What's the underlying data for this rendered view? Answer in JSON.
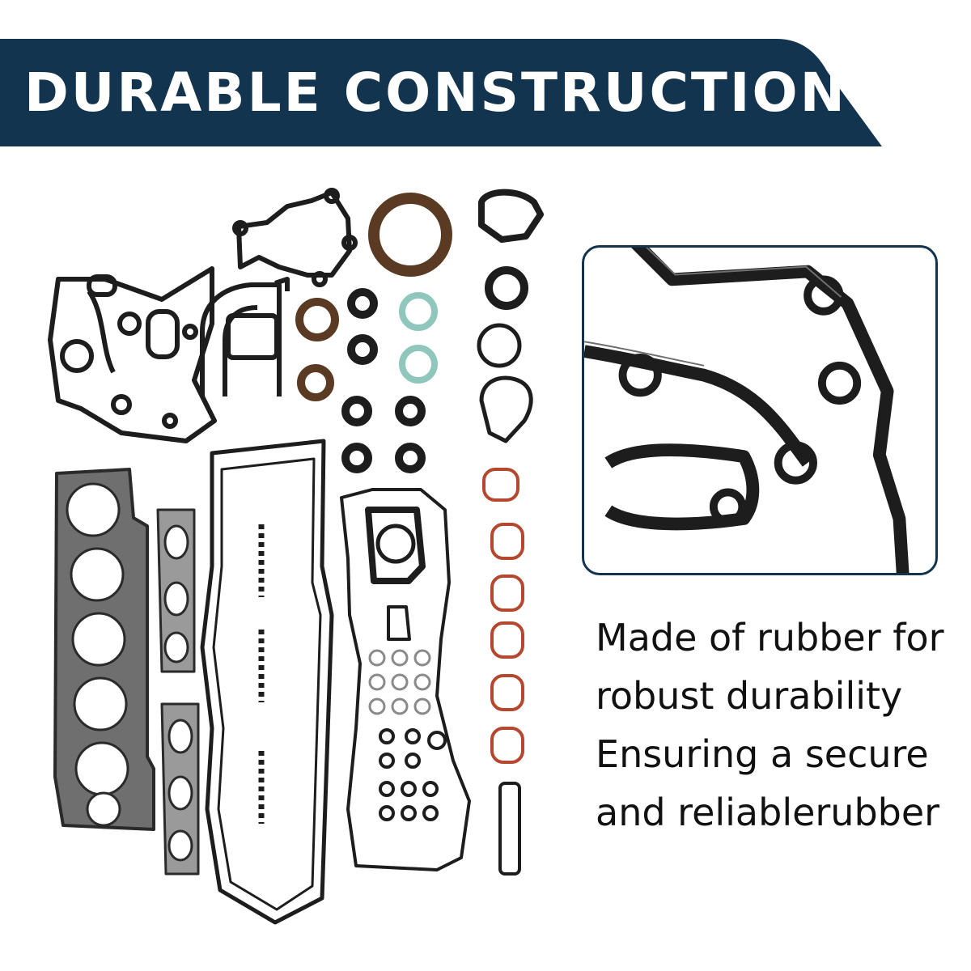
{
  "banner": {
    "title": "DURABLE CONSTRUCTION",
    "color": "#13344f"
  },
  "product": {
    "icon": "engine-gasket-set-icon",
    "detail_icon": "gasket-closeup-icon"
  },
  "description": {
    "lines": [
      "Made of rubber for",
      "robust durability",
      "Ensuring a secure",
      "and reliablerubber"
    ]
  },
  "colors": {
    "gasket": "#1d1d1d",
    "mls_gray": "#6f6f6f",
    "seal_brown": "#5a3a22",
    "seal_teal": "#8fc7bd",
    "intake_red": "#b5472f",
    "frame": "#13344f"
  }
}
